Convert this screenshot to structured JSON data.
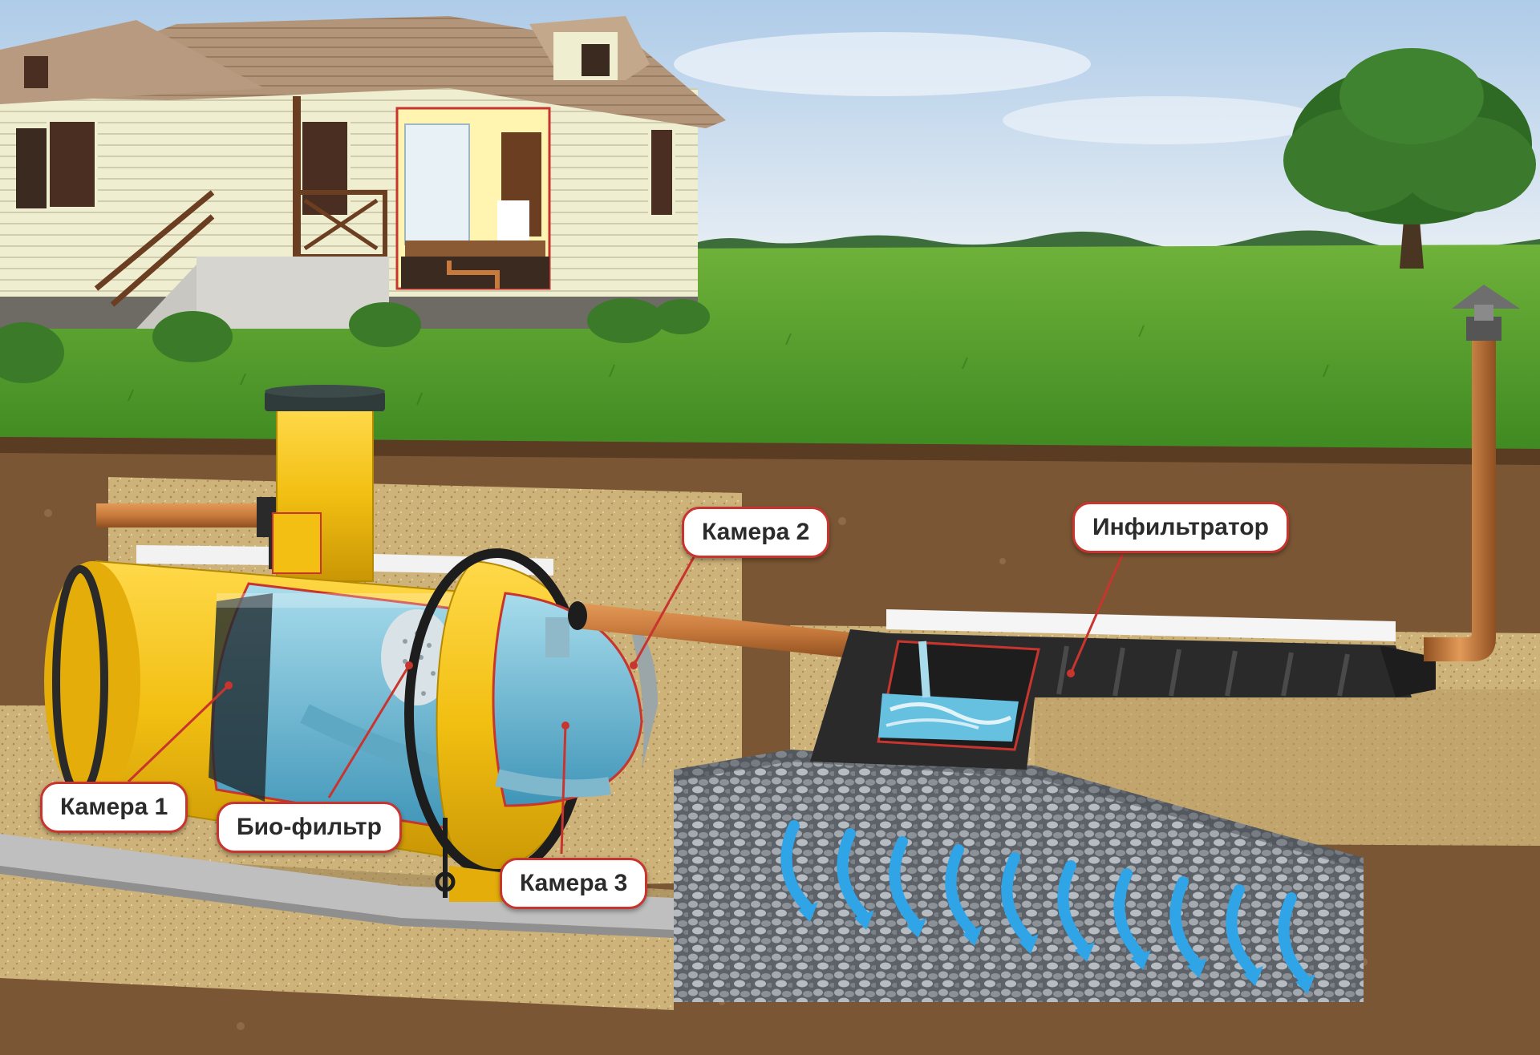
{
  "labels": {
    "chamber1": "Камера 1",
    "chamber2": "Камера 2",
    "chamber3": "Камера 3",
    "biofilter": "Био-фильтр",
    "infiltrator": "Инфильтратор"
  },
  "colors": {
    "sky": "#cfe0f0",
    "grass": "#4f9a2a",
    "soil": "#7a5634",
    "sand": "#cdb27a",
    "tank": "#f2c21a",
    "water": "#7cc3dc",
    "pipe": "#c87a3c",
    "infiltrator": "#2a2a2a",
    "gravel": "#8a8f96",
    "arrow": "#2fa4e7",
    "callout_border": "#c8352f"
  }
}
